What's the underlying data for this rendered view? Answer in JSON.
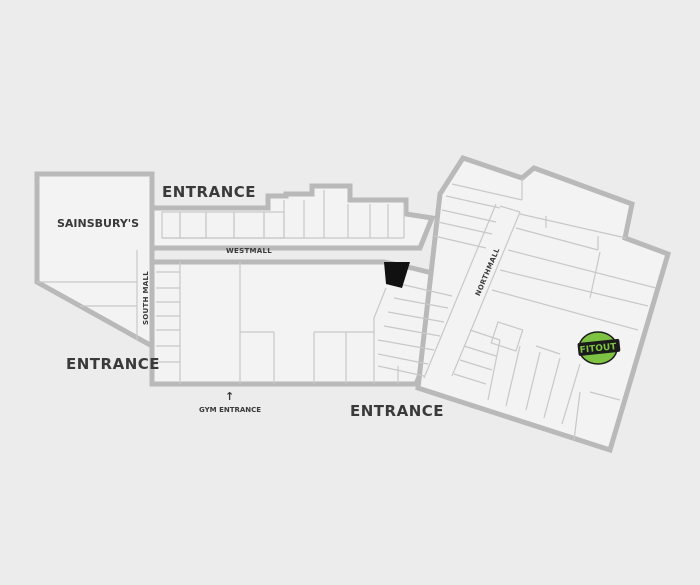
{
  "map": {
    "anchor_store": "SAINSBURY'S",
    "entrances": {
      "north": "ENTRANCE",
      "west": "ENTRANCE",
      "south": "ENTRANCE"
    },
    "malls": {
      "west": "WESTMALL",
      "south": "SOUTH MALL",
      "north": "NORTHMALL"
    },
    "gym_arrow": "↑",
    "gym_entrance": "GYM ENTRANCE",
    "logo_text": "FITOUT",
    "colors": {
      "background": "#ececec",
      "building_outline": "#b9b9b9",
      "unit_fill": "#f3f3f3",
      "unit_line": "#c8c8c8",
      "highlight_unit": "#111111",
      "logo_green": "#7dc242",
      "logo_dark": "#1b1b1b"
    }
  }
}
